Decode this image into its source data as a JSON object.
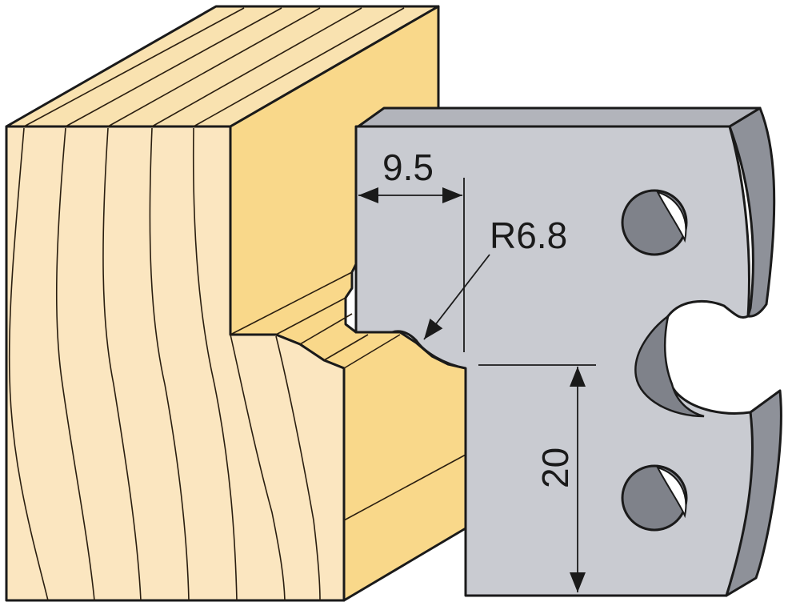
{
  "colors": {
    "wood_front": "#fbe6c0",
    "wood_side": "#f9d88a",
    "wood_top": "#f9e2b0",
    "wood_line": "#2a1e10",
    "steel_face": "#c9cbd1",
    "steel_edge": "#8e9199",
    "steel_hole": "#7f828a",
    "outline": "#1a1a1a",
    "background": "#ffffff"
  },
  "dimensions": {
    "width_label": "9.5",
    "radius_label": "R6.8",
    "height_label": "20"
  }
}
